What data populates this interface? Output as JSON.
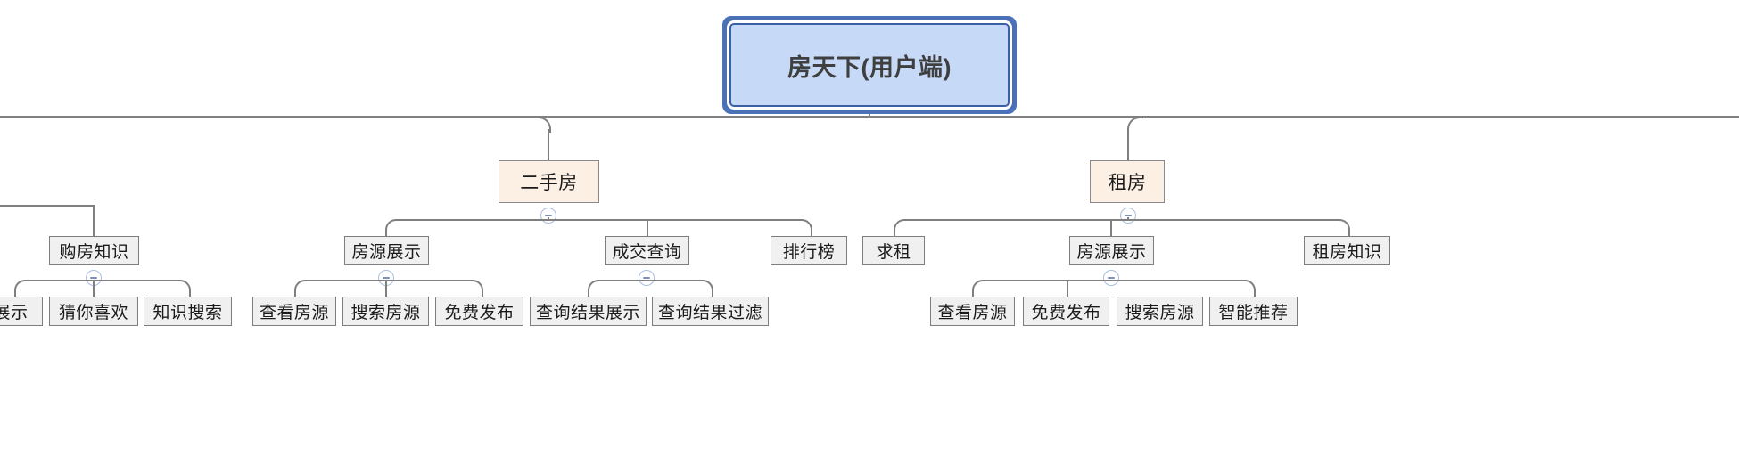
{
  "diagram": {
    "type": "tree",
    "title_node": "房天下(用户端)",
    "toggle_icon": "collapse-minus-icon",
    "colors": {
      "root_fill": "#c6d9f7",
      "root_border": "#3b5fa4",
      "root_halo": "#4a72b8",
      "category_fill": "#fcefe3",
      "node_fill": "#f0f0f0",
      "node_border": "#7d7d7d",
      "edge": "#7f7f7f",
      "toggle_border": "#a9bde0"
    }
  },
  "root": {
    "label": "房天下(用户端)"
  },
  "level2": [
    {
      "label": "二手房"
    },
    {
      "label": "租房"
    }
  ],
  "level3": [
    {
      "label": "购房知识"
    },
    {
      "label": "房源展示"
    },
    {
      "label": "成交查询"
    },
    {
      "label": "排行榜"
    },
    {
      "label": "求租"
    },
    {
      "label": "房源展示"
    },
    {
      "label": "租房知识"
    }
  ],
  "level4": [
    {
      "label": "展示"
    },
    {
      "label": "猜你喜欢"
    },
    {
      "label": "知识搜索"
    },
    {
      "label": "查看房源"
    },
    {
      "label": "搜索房源"
    },
    {
      "label": "免费发布"
    },
    {
      "label": "查询结果展示"
    },
    {
      "label": "查询结果过滤"
    },
    {
      "label": "查看房源"
    },
    {
      "label": "免费发布"
    },
    {
      "label": "搜索房源"
    },
    {
      "label": "智能推荐"
    }
  ]
}
